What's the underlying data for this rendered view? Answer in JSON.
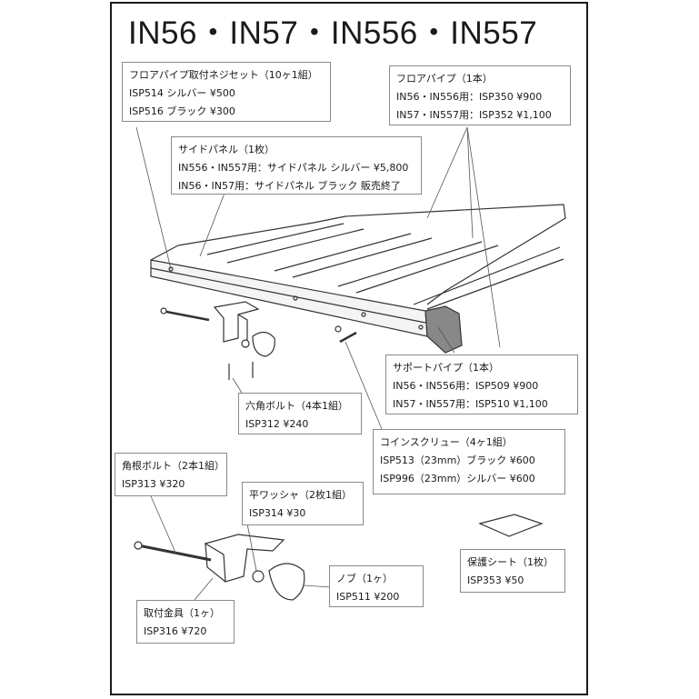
{
  "title": "IN56・IN57・IN556・IN557",
  "labels": {
    "floor_screws": {
      "name": "フロアパイプ取付ネジセット（10ヶ1組）",
      "lines": [
        "ISP514 シルバー ¥500",
        "ISP516 ブラック ¥300"
      ]
    },
    "floor_pipe": {
      "name": "フロアパイプ（1本）",
      "lines": [
        "IN56・IN556用：ISP350 ¥900",
        "IN57・IN557用：ISP352 ¥1,100"
      ]
    },
    "side_panel": {
      "name": "サイドパネル（1枚）",
      "lines": [
        "IN556・IN557用：サイドパネル シルバー ¥5,800",
        "IN56・IN57用：サイドパネル ブラック 販売終了"
      ]
    },
    "support_pipe": {
      "name": "サポートパイプ（1本）",
      "lines": [
        "IN56・IN556用：ISP509 ¥900",
        "IN57・IN557用：ISP510 ¥1,100"
      ]
    },
    "hex_bolt": {
      "name": "六角ボルト（4本1組）",
      "lines": [
        "ISP312 ¥240"
      ]
    },
    "coin_screw": {
      "name": "コインスクリュー（4ヶ1組）",
      "lines": [
        "ISP513（23mm）ブラック ¥600",
        "ISP996（23mm）シルバー ¥600"
      ]
    },
    "square_bolt": {
      "name": "角根ボルト（2本1組）",
      "lines": [
        "ISP313 ¥320"
      ]
    },
    "washer": {
      "name": "平ワッシャ（2枚1組）",
      "lines": [
        "ISP314 ¥30"
      ]
    },
    "knob": {
      "name": "ノブ（1ヶ）",
      "lines": [
        "ISP511 ¥200"
      ]
    },
    "protect_sheet": {
      "name": "保護シート（1枚）",
      "lines": [
        "ISP353 ¥50"
      ]
    },
    "bracket": {
      "name": "取付金具（1ヶ）",
      "lines": [
        "ISP316 ¥720"
      ]
    }
  }
}
